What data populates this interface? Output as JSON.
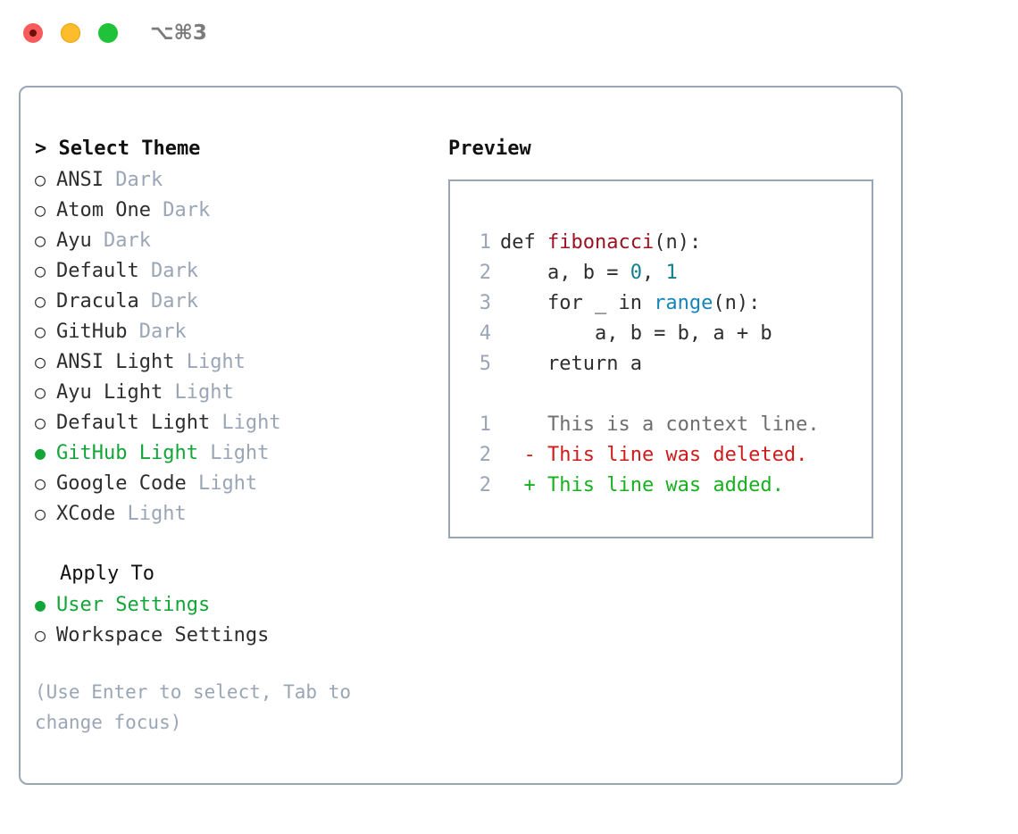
{
  "window": {
    "title": "⌥⌘3",
    "traffic_lights": [
      "close-red",
      "minimize-yellow",
      "zoom-green"
    ]
  },
  "left_panel": {
    "heading": "> Select Theme",
    "themes": [
      {
        "bullet": "○",
        "name": "ANSI",
        "mode": " Dark",
        "selected": false
      },
      {
        "bullet": "○",
        "name": "Atom One",
        "mode": " Dark",
        "selected": false
      },
      {
        "bullet": "○",
        "name": "Ayu",
        "mode": " Dark",
        "selected": false
      },
      {
        "bullet": "○",
        "name": "Default",
        "mode": " Dark",
        "selected": false
      },
      {
        "bullet": "○",
        "name": "Dracula",
        "mode": " Dark",
        "selected": false
      },
      {
        "bullet": "○",
        "name": "GitHub",
        "mode": " Dark",
        "selected": false
      },
      {
        "bullet": "○",
        "name": "ANSI Light",
        "mode": " Light",
        "selected": false
      },
      {
        "bullet": "○",
        "name": "Ayu Light",
        "mode": " Light",
        "selected": false
      },
      {
        "bullet": "○",
        "name": "Default Light",
        "mode": " Light",
        "selected": false
      },
      {
        "bullet": "●",
        "name": "GitHub Light",
        "mode": " Light",
        "selected": true
      },
      {
        "bullet": "○",
        "name": "Google Code",
        "mode": " Light",
        "selected": false
      },
      {
        "bullet": "○",
        "name": "XCode",
        "mode": " Light",
        "selected": false
      }
    ],
    "apply_to_heading": "Apply To",
    "apply_to": [
      {
        "bullet": "●",
        "name": "User Settings",
        "mode": "",
        "selected": true
      },
      {
        "bullet": "○",
        "name": "Workspace Settings",
        "mode": "",
        "selected": false
      }
    ],
    "hint": "(Use Enter to select, Tab to change focus)"
  },
  "right_panel": {
    "title": "Preview",
    "code_lines": [
      {
        "num": "1",
        "segments": [
          {
            "t": "def ",
            "k": "plain"
          },
          {
            "t": "fibonacci",
            "k": "fn"
          },
          {
            "t": "(n):",
            "k": "plain"
          }
        ]
      },
      {
        "num": "2",
        "segments": [
          {
            "t": "    a, b = ",
            "k": "plain"
          },
          {
            "t": "0",
            "k": "num"
          },
          {
            "t": ", ",
            "k": "plain"
          },
          {
            "t": "1",
            "k": "num"
          }
        ]
      },
      {
        "num": "3",
        "segments": [
          {
            "t": "    for _ in ",
            "k": "plain"
          },
          {
            "t": "range",
            "k": "call"
          },
          {
            "t": "(n):",
            "k": "plain"
          }
        ]
      },
      {
        "num": "4",
        "segments": [
          {
            "t": "        a, b = b, a + b",
            "k": "plain"
          }
        ]
      },
      {
        "num": "5",
        "segments": [
          {
            "t": "    return a",
            "k": "plain"
          }
        ]
      }
    ],
    "diff_lines": [
      {
        "num": "1",
        "marker": "  ",
        "text": "This is a context line.",
        "kind": "ctx"
      },
      {
        "num": "2",
        "marker": "- ",
        "text": "This line was deleted.",
        "kind": "del"
      },
      {
        "num": "2",
        "marker": "+ ",
        "text": "This line was added.",
        "kind": "add"
      }
    ]
  },
  "colors": {
    "accent_green": "#13a538",
    "muted": "#9aa6b6",
    "border": "#9aa6b6",
    "text": "#2e2e2e",
    "diff_add": "#17b01f",
    "diff_del": "#cf1b1b",
    "diff_ctx": "#6e6e6e",
    "syntax_function": "#9b1220",
    "syntax_number": "#12808c",
    "syntax_call": "#1485b8"
  }
}
